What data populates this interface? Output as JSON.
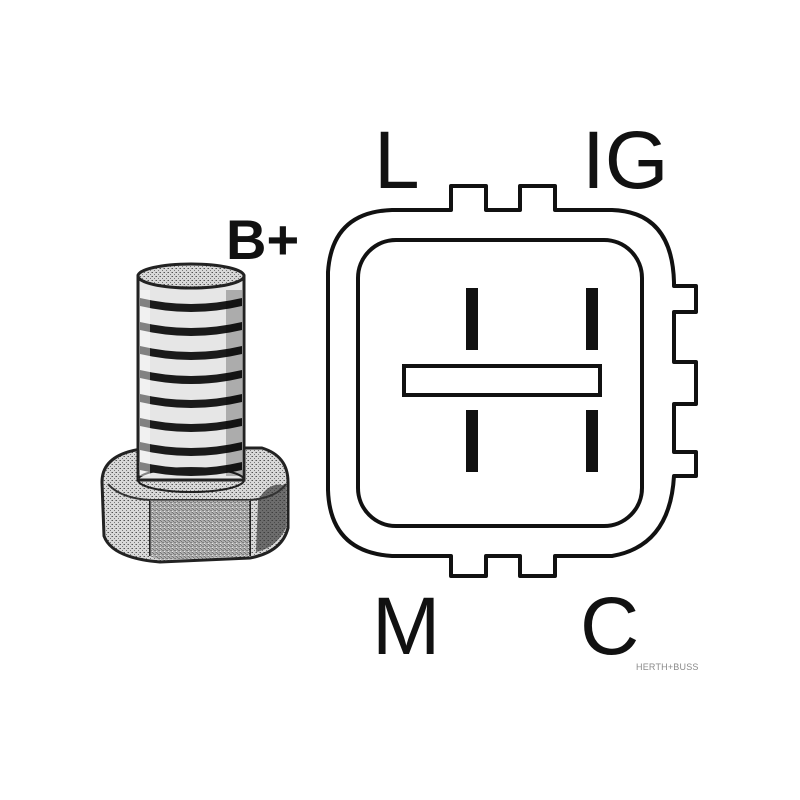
{
  "labels": {
    "l": "L",
    "ig": "IG",
    "b_plus": "B+",
    "m": "M",
    "c": "C"
  },
  "watermark": "HERTH+BUSS",
  "colors": {
    "ink": "#111111",
    "background": "#ffffff",
    "watermark": "#8a8a8a"
  }
}
